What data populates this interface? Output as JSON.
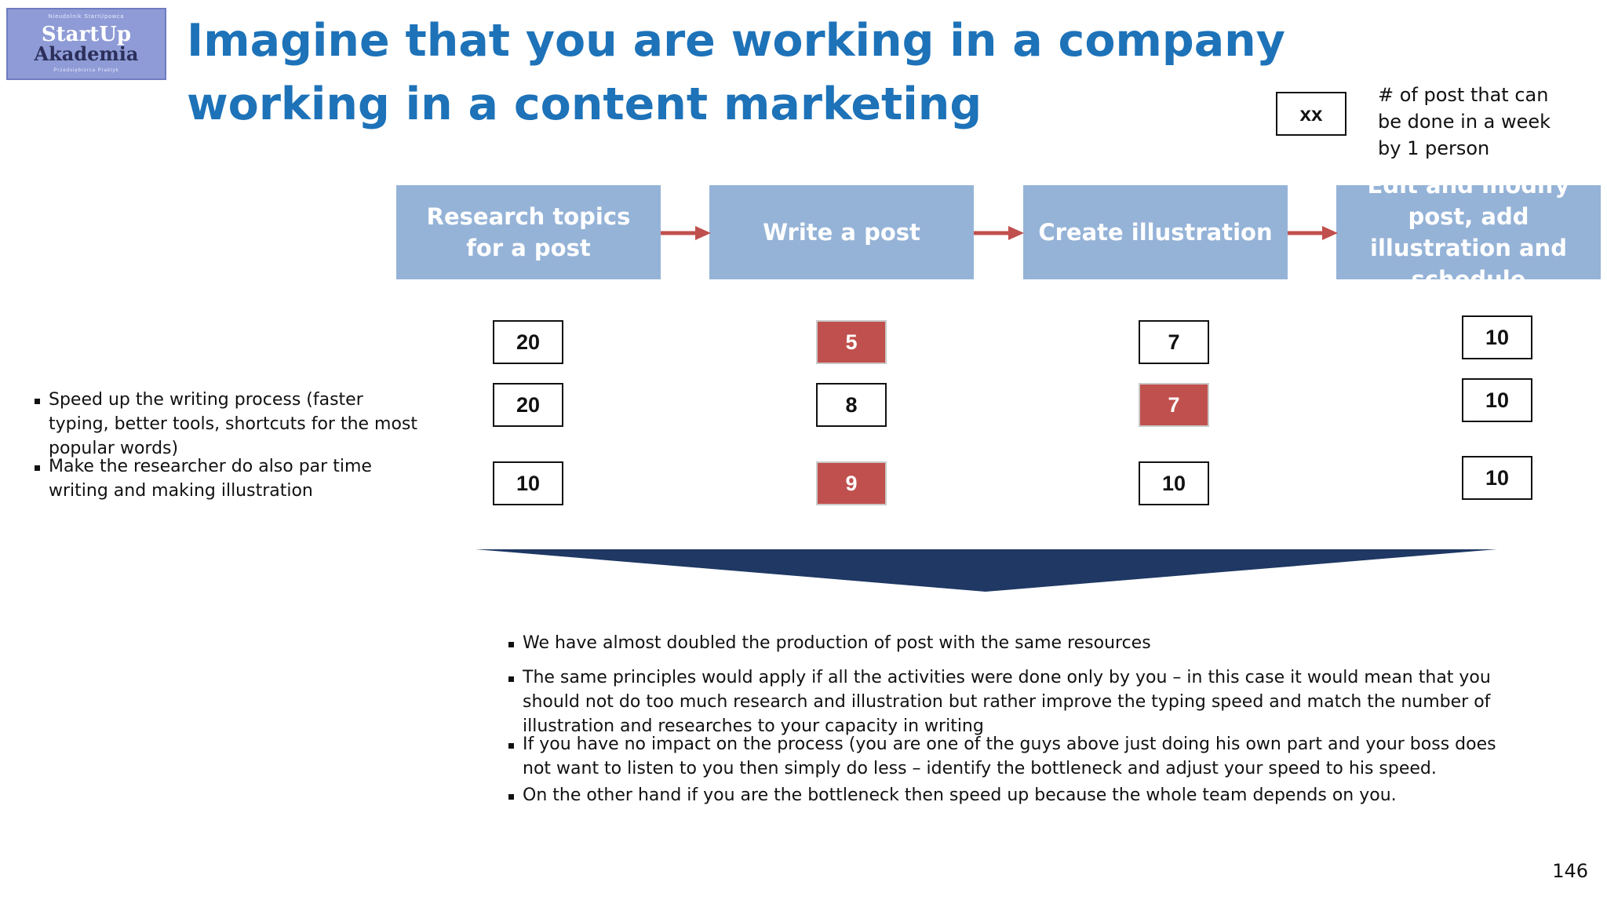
{
  "logo": {
    "top_text": "Nieudolnik StartUpowca",
    "line1": "StartUp",
    "line2": "Akademia",
    "bottom_text": "Przedsiębiorca Praktyk"
  },
  "title": "Imagine that you are working in a company working in a content marketing",
  "legend": {
    "box_label": "xx",
    "description": "# of post that can be done in a week by 1 person"
  },
  "steps": [
    {
      "label": "Research topics for a post"
    },
    {
      "label": "Write a post"
    },
    {
      "label": "Create illustration"
    },
    {
      "label": "Edit and modify post, add illustration and schedule"
    }
  ],
  "scenarios": [
    {
      "values": [
        "20",
        "5",
        "7",
        "10"
      ],
      "bottleneck": [
        false,
        true,
        false,
        false
      ]
    },
    {
      "values": [
        "20",
        "8",
        "7",
        "10"
      ],
      "bottleneck": [
        false,
        false,
        true,
        false
      ]
    },
    {
      "values": [
        "10",
        "9",
        "10",
        "10"
      ],
      "bottleneck": [
        false,
        true,
        false,
        false
      ]
    }
  ],
  "left_bullets": [
    "Speed up the writing process (faster typing, better tools, shortcuts for the most popular words)",
    "Make the researcher do also par time writing and making illustration"
  ],
  "bottom_bullets": [
    "We have almost doubled the production of post with the same resources",
    "The same principles would apply if all the activities were done only by you – in this case it would mean that you should not do too much research and illustration but rather improve the typing speed and match the number of illustration and researches to your capacity in writing",
    "If you have no impact on the  process (you are one of the guys above just doing his own part and your boss does not want to listen to you then simply do less – identify the bottleneck and adjust your speed to his speed.",
    "On the other hand if you  are the bottleneck then speed up because the whole team depends on you."
  ],
  "page_number": "146",
  "colors": {
    "title": "#1d72b8",
    "step_fill": "#95b3d7",
    "arrow": "#c0504d",
    "bottleneck_fill": "#c0504d",
    "divider": "#1f3864"
  }
}
